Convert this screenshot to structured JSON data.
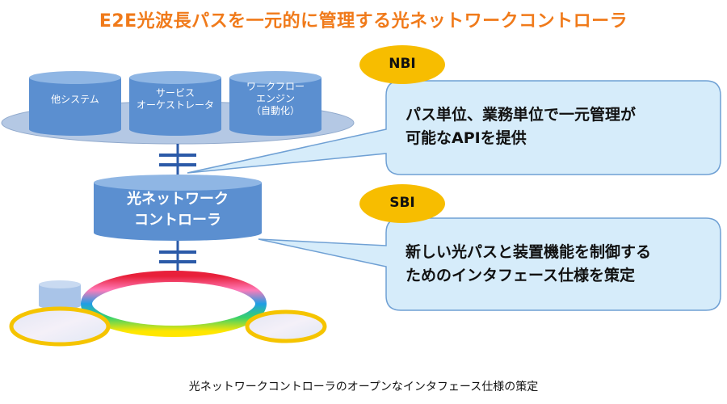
{
  "title": "E2E光波長パスを一元的に管理する光ネットワークコントローラ",
  "upper_systems": [
    {
      "line1": "他システム",
      "line2": "",
      "line3": ""
    },
    {
      "line1": "サービス",
      "line2": "オーケストレータ",
      "line3": ""
    },
    {
      "line1": "ワークフロー",
      "line2": "エンジン",
      "line3": "（自動化）"
    }
  ],
  "controller": {
    "line1": "光ネットワーク",
    "line2": "コントローラ"
  },
  "nbi": {
    "label": "NBI",
    "line1": "パス単位、業務単位で一元管理が",
    "line2": "可能なAPIを提供"
  },
  "sbi": {
    "label": "SBI",
    "line1": "新しい光パスと装置機能を制御する",
    "line2": "ためのインタフェース仕様を策定"
  },
  "caption": "光ネットワークコントローラのオープンなインタフェース仕様の策定",
  "colors": {
    "title": "#f07a1a",
    "box_blue": "#5b8fd0",
    "box_top": "#8fb6e4",
    "platform": "#b4c8e4",
    "bubble_fill": "#d6ecfa",
    "bubble_stroke": "#6fa0d4",
    "pill": "#f7bd00",
    "connector": "#2b5aa8"
  }
}
